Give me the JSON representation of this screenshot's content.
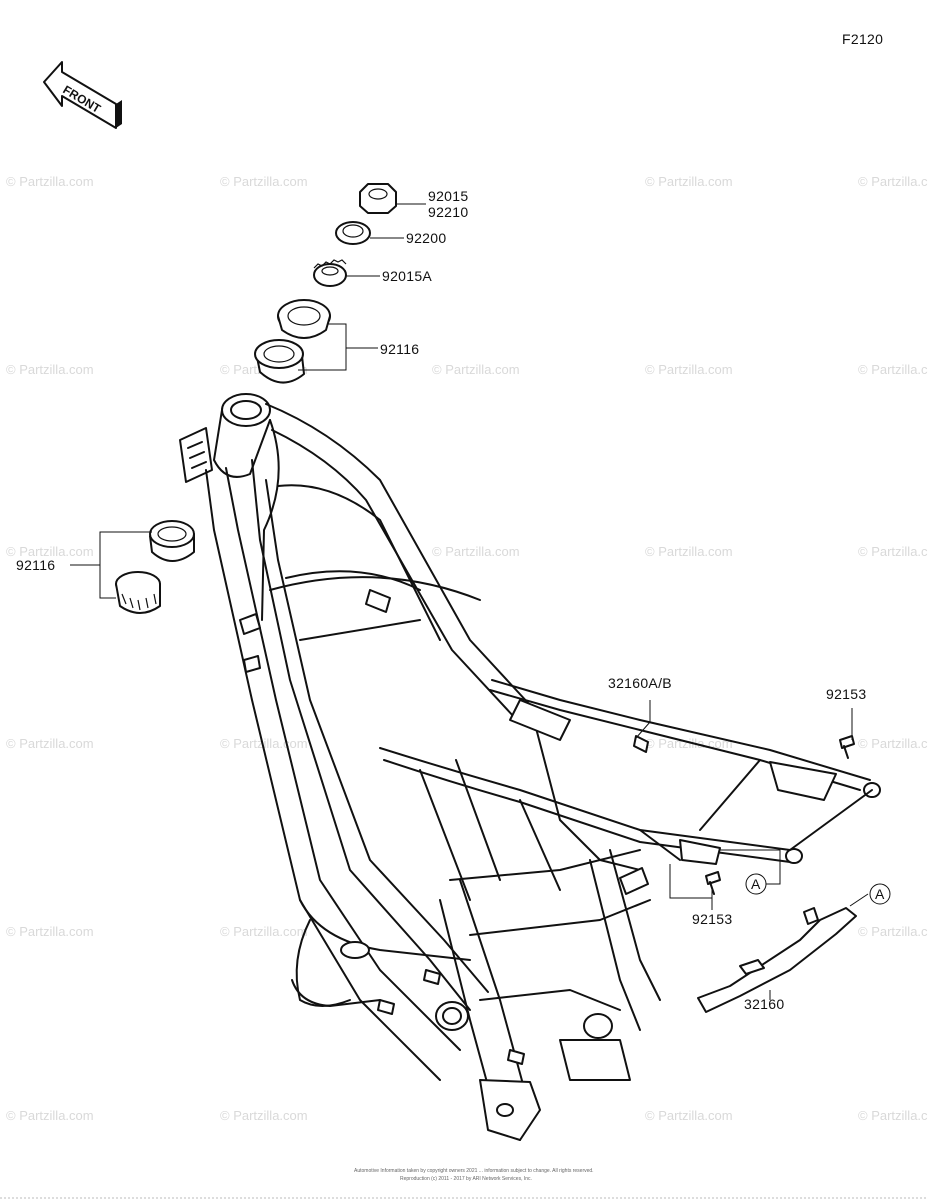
{
  "diagram": {
    "code": "F2120",
    "front_label": "FRONT",
    "watermark": "© Partzilla.com",
    "callouts": [
      {
        "id": "92015",
        "text": "92015"
      },
      {
        "id": "92210",
        "text": "92210"
      },
      {
        "id": "92200",
        "text": "92200"
      },
      {
        "id": "92015A",
        "text": "92015A"
      },
      {
        "id": "92116-top",
        "text": "92116"
      },
      {
        "id": "92116-left",
        "text": "92116"
      },
      {
        "id": "32160AB",
        "text": "32160A/B"
      },
      {
        "id": "92153-right",
        "text": "92153"
      },
      {
        "id": "92153-lower",
        "text": "92153"
      },
      {
        "id": "32160",
        "text": "32160"
      }
    ],
    "ref_markers": [
      "A",
      "A"
    ],
    "footer": [
      "Automotive Information taken by copyright owners 2021 ... information subject to change. All rights reserved.",
      "Reproduction (c) 2011 - 2017 by ARI Network Services, Inc."
    ]
  }
}
